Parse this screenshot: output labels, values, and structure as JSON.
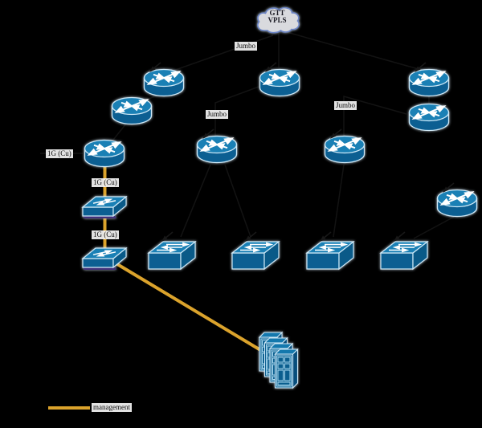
{
  "diagram": {
    "type": "network-topology",
    "background_color": "#000000",
    "cloud": {
      "line1": "GTT",
      "line2": "VPLS"
    },
    "labels": {
      "jumbo_top": "Jumbo",
      "jumbo_mid": "Jumbo",
      "jumbo_right": "Jumbo",
      "link_left": "1G (Cu)",
      "link_top": "1G (Cu)",
      "link_bottom": "1G (Cu)"
    },
    "legend": {
      "management": "management"
    },
    "nodes": {
      "routers": [
        "router-1",
        "router-2",
        "router-3",
        "router-4",
        "router-5",
        "router-6",
        "router-7",
        "router-8",
        "router-9"
      ],
      "switches": [
        "switch-1",
        "switch-2"
      ],
      "workgroup_switches": [
        "workgroup-switch-1",
        "workgroup-switch-2",
        "workgroup-switch-3",
        "workgroup-switch-4"
      ],
      "server_stack": "server-stack"
    },
    "colors": {
      "device_blue": "#0c5f92",
      "device_blue_top": "#1a80b5",
      "device_blue_side": "#0a5a88",
      "device_outline": "#cfe9f7",
      "management_line": "#dba32c",
      "cloud_fill": "#d9dade",
      "cloud_stroke": "#6b84c6",
      "label_background": "#f3f3f3",
      "switch_shadow": "#41307a"
    }
  }
}
